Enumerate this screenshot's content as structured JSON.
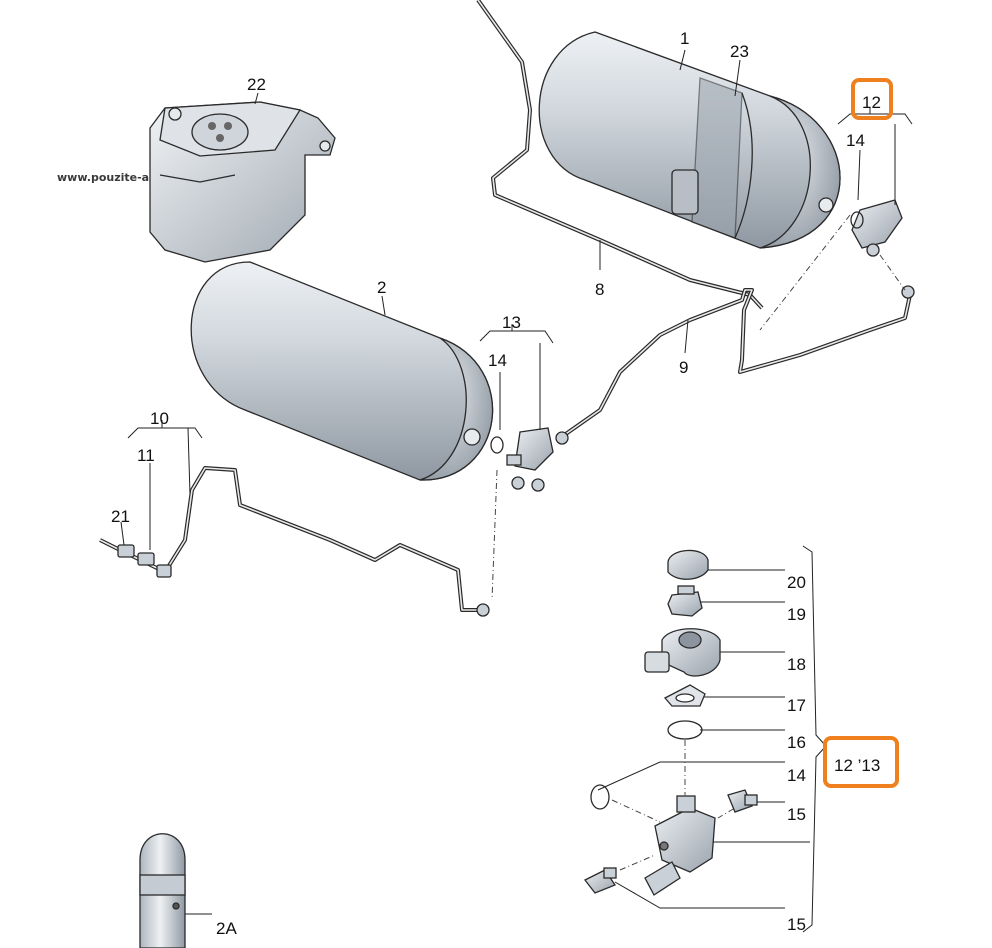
{
  "watermark": "www.pouzite-autodily.cz",
  "callouts": {
    "tank_1": "1",
    "tank_strap_23": "23",
    "reservoir_22": "22",
    "tank_2": "2",
    "line_8": "8",
    "line_9": "9",
    "group_12": "12",
    "oring_14_top": "14",
    "group_13": "13",
    "oring_14_mid": "14",
    "group_10": "10",
    "part_11": "11",
    "part_21": "21",
    "part_20": "20",
    "part_19": "19",
    "part_18": "18",
    "part_17": "17",
    "part_16": "16",
    "group_12_13": "12 ’13",
    "part_14_detail": "14",
    "part_15_top": "15",
    "part_15_bottom": "15",
    "part_2A": "2A"
  },
  "colors": {
    "highlight": "#f07f1e",
    "tank_body": "#c9d0d8",
    "pipe": "#2a2a2a"
  }
}
